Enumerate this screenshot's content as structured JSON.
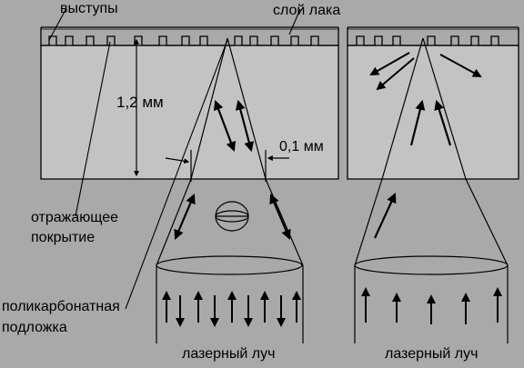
{
  "labels": {
    "bumps": "выступы",
    "lacquer": "слой лака",
    "thickness": "1,2 мм",
    "spot": "0,1 мм",
    "reflective_1": "отражающее",
    "reflective_2": "покрытие",
    "substrate_1": "поликарбонатная",
    "substrate_2": "подложка",
    "laser_left": "лазерный луч",
    "laser_right": "лазерный луч"
  },
  "colors": {
    "background": "#a9a9a9",
    "disc": "#c3c3c3",
    "stroke": "#000000"
  }
}
